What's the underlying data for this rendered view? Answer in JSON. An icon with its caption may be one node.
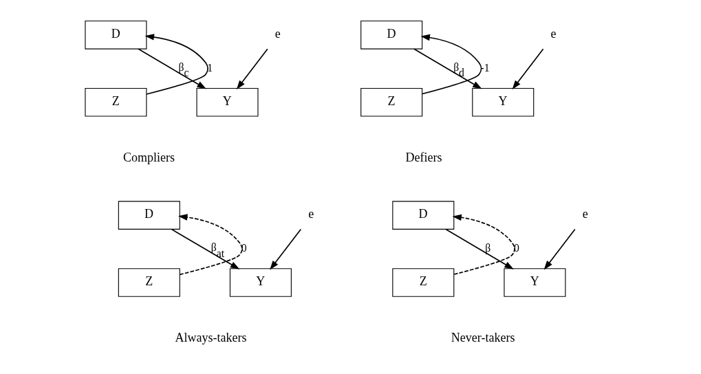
{
  "diagram": {
    "nodes": [
      {
        "text": [
          "Z"
        ]
      },
      {
        "text": [
          "D"
        ]
      },
      {
        "text": [
          "Y"
        ]
      },
      {
        "text": [
          "e"
        ]
      },
      {
        "text": [
          "Z"
        ]
      },
      {
        "text": [
          "D"
        ]
      },
      {
        "text": [
          "Y"
        ]
      },
      {
        "text": [
          "e"
        ]
      },
      {
        "text": [
          "Z"
        ]
      },
      {
        "text": [
          "D"
        ]
      },
      {
        "text": [
          "Y"
        ]
      },
      {
        "text": [
          "e"
        ]
      },
      {
        "text": [
          "Z"
        ]
      },
      {
        "text": [
          "D"
        ]
      },
      {
        "text": [
          "Y"
        ]
      },
      {
        "text": [
          "e"
        ]
      }
    ],
    "edges": [
      {
        "from": 0,
        "to": 1,
        "arrow": "to",
        "label": "1"
      },
      {
        "from": 1,
        "to": 2,
        "arrow": "to",
        "label": "β$_{c}$"
      },
      {
        "from": 3,
        "to": 2,
        "arrow": "to"
      },
      {
        "from": 4,
        "to": 5,
        "arrow": "to",
        "label": "-1"
      },
      {
        "from": 5,
        "to": 6,
        "arrow": "to",
        "label": "β$_{d}$"
      },
      {
        "from": 7,
        "to": 6,
        "arrow": "to"
      },
      {
        "from": 8,
        "to": 9,
        "arrow": "to",
        "label": "0",
        "style": "dashed"
      },
      {
        "from": 9,
        "to": 10,
        "arrow": "to",
        "label": "β$_{at}$"
      },
      {
        "from": 11,
        "to": 10,
        "arrow": "to"
      },
      {
        "from": 12,
        "to": 13,
        "arrow": "to",
        "label": "0",
        "style": "dashed"
      },
      {
        "from": 13,
        "to": 14,
        "arrow": "to",
        "label": "β"
      },
      {
        "from": 15,
        "to": 14,
        "arrow": "to"
      }
    ],
    "labels": [
      "Compliers",
      "Defiers",
      "Always-takers",
      "Never-takers"
    ]
  }
}
